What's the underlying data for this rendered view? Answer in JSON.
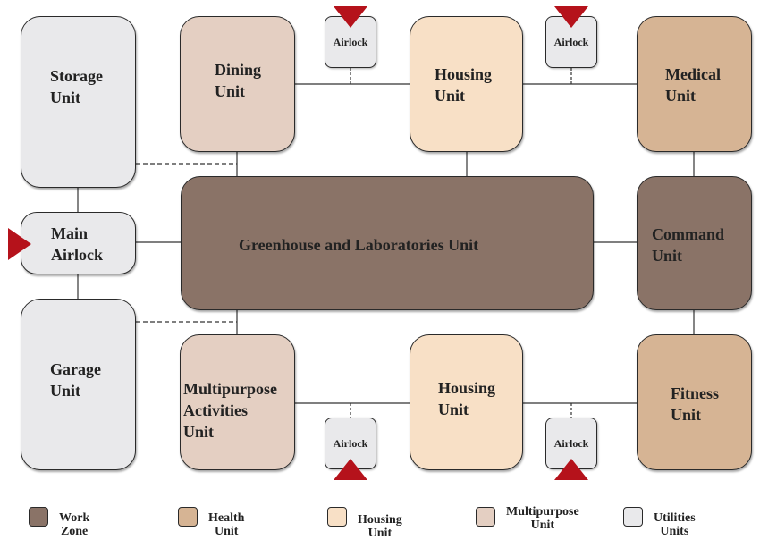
{
  "colors": {
    "work_zone": "#8a7367",
    "health": "#d6b494",
    "housing": "#f8e0c6",
    "multipurpose": "#e4cfc2",
    "utilities": "#e9e9eb",
    "arrow": "#b5121b",
    "line": "#333333"
  },
  "units": {
    "storage": "Storage\nUnit",
    "dining": "Dining\nUnit",
    "housing_top": "Housing\nUnit",
    "medical": "Medical\nUnit",
    "main_airlock": "Main\nAirlock",
    "greenhouse": "Greenhouse and Laboratories Unit",
    "command": "Command\nUnit",
    "garage": "Garage\nUnit",
    "multipurpose": "Multipurpose\nActivities\nUnit",
    "housing_bottom": "Housing\nUnit",
    "fitness": "Fitness\nUnit"
  },
  "airlocks": {
    "top_left": "Airlock",
    "top_right": "Airlock",
    "bottom_left": "Airlock",
    "bottom_right": "Airlock"
  },
  "legend": [
    {
      "label": "Work Zone",
      "color_key": "work_zone"
    },
    {
      "label": "Health Unit",
      "color_key": "health"
    },
    {
      "label": "Housing Unit",
      "color_key": "housing"
    },
    {
      "label": "Multipurpose\nUnit",
      "color_key": "multipurpose"
    },
    {
      "label": "Utilities Units",
      "color_key": "utilities"
    }
  ]
}
